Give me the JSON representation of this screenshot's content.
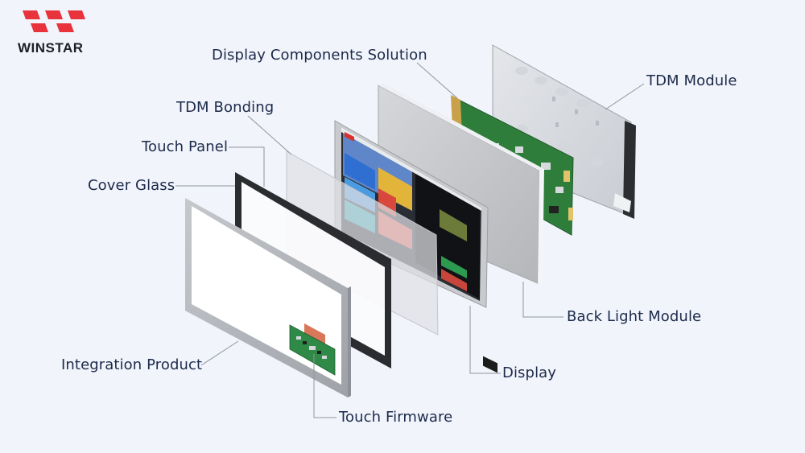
{
  "brand": {
    "name": "WINSTAR",
    "color": "#e8323c",
    "icon": "winstar-logo-icon"
  },
  "labels": {
    "display_components": "Display Components Solution",
    "tdm_module": "TDM Module",
    "tdm_bonding": "TDM Bonding",
    "touch_panel": "Touch Panel",
    "cover_glass": "Cover Glass",
    "back_light": "Back Light Module",
    "display": "Display",
    "integration_product": "Integration Product",
    "touch_firmware": "Touch Firmware"
  },
  "colors": {
    "background": "#f1f4fb",
    "text": "#1c2a4a",
    "leader": "#8f959e",
    "pcb": "#2e7d3a",
    "flex_cable": "#d9775a"
  }
}
